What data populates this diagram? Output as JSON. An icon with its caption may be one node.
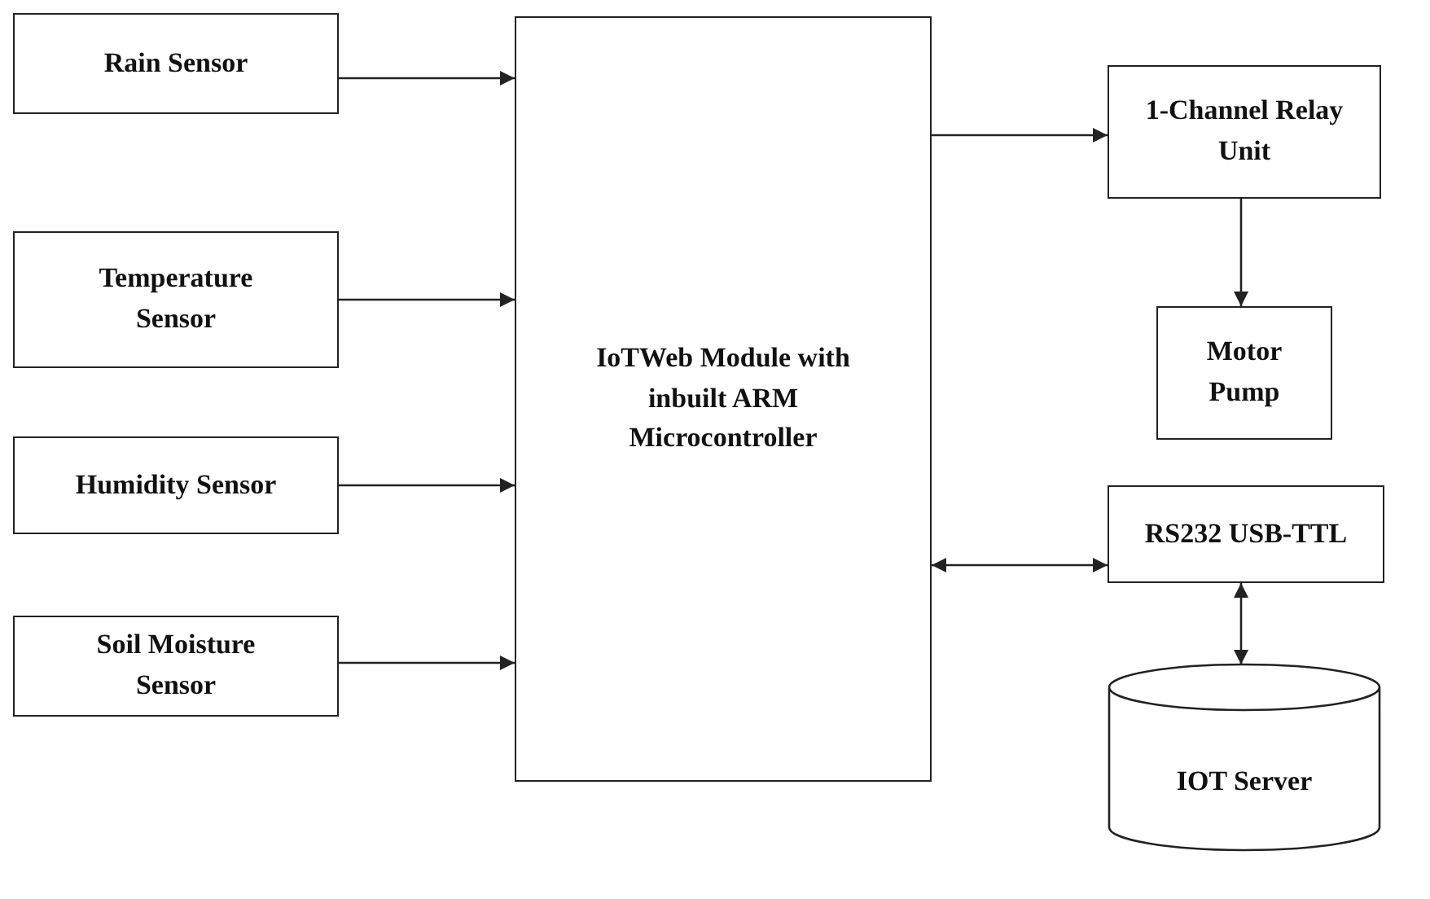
{
  "diagram": {
    "nodes": [
      {
        "text": [
          "Rain Sensor"
        ]
      },
      {
        "text": [
          "Temperature Sensor"
        ]
      },
      {
        "text": [
          "Humidity Sensor"
        ]
      },
      {
        "text": [
          "Soil Moisture Sensor"
        ]
      },
      {
        "text": [
          "IoTWeb Module with inbuilt ARM Microcontroller"
        ]
      },
      {
        "text": [
          "1-Channel Relay Unit"
        ]
      },
      {
        "text": [
          "Motor Pump"
        ]
      },
      {
        "text": [
          "RS232 USB-TTL"
        ]
      },
      {
        "text": [
          "IOT Server"
        ]
      }
    ],
    "edges": [
      {
        "from": 0,
        "to": 4,
        "arrow": "to"
      },
      {
        "from": 1,
        "to": 4,
        "arrow": "to"
      },
      {
        "from": 2,
        "to": 4,
        "arrow": "to"
      },
      {
        "from": 3,
        "to": 4,
        "arrow": "to"
      },
      {
        "from": 4,
        "to": 5,
        "arrow": "to"
      },
      {
        "from": 5,
        "to": 6,
        "arrow": "to"
      },
      {
        "from": 4,
        "to": 7,
        "arrow": "both"
      },
      {
        "from": 7,
        "to": 8,
        "arrow": "both"
      }
    ]
  }
}
